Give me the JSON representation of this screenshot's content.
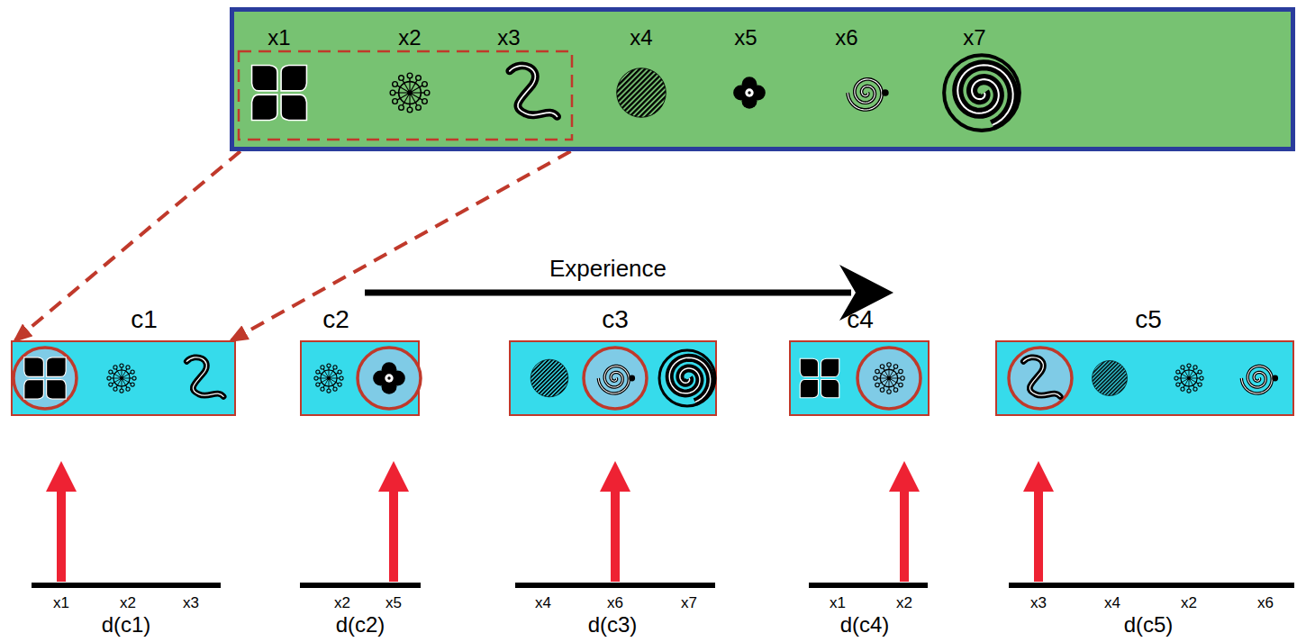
{
  "diagram": {
    "nodes": [
      {
        "text": [
          "x1",
          "x2",
          "x3",
          "x4",
          "x5",
          "x6",
          "x7"
        ]
      },
      {
        "text": [
          "c1"
        ]
      },
      {
        "text": [
          "c2"
        ]
      },
      {
        "text": [
          "c3"
        ]
      },
      {
        "text": [
          "c4"
        ]
      },
      {
        "text": [
          "c5"
        ]
      }
    ],
    "edges": [
      {
        "from": 0,
        "to": 1,
        "arrow": "to"
      },
      {
        "from": 0,
        "to": 1,
        "arrow": "to"
      }
    ],
    "labels": [
      "Experience",
      "x1",
      "x2",
      "x3",
      "d(c1)",
      "x2",
      "x5",
      "d(c2)",
      "x4",
      "x6",
      "x7",
      "d(c3)",
      "x1",
      "x2",
      "d(c4)",
      "x3",
      "x4",
      "x2",
      "x6",
      "d(c5)"
    ]
  }
}
